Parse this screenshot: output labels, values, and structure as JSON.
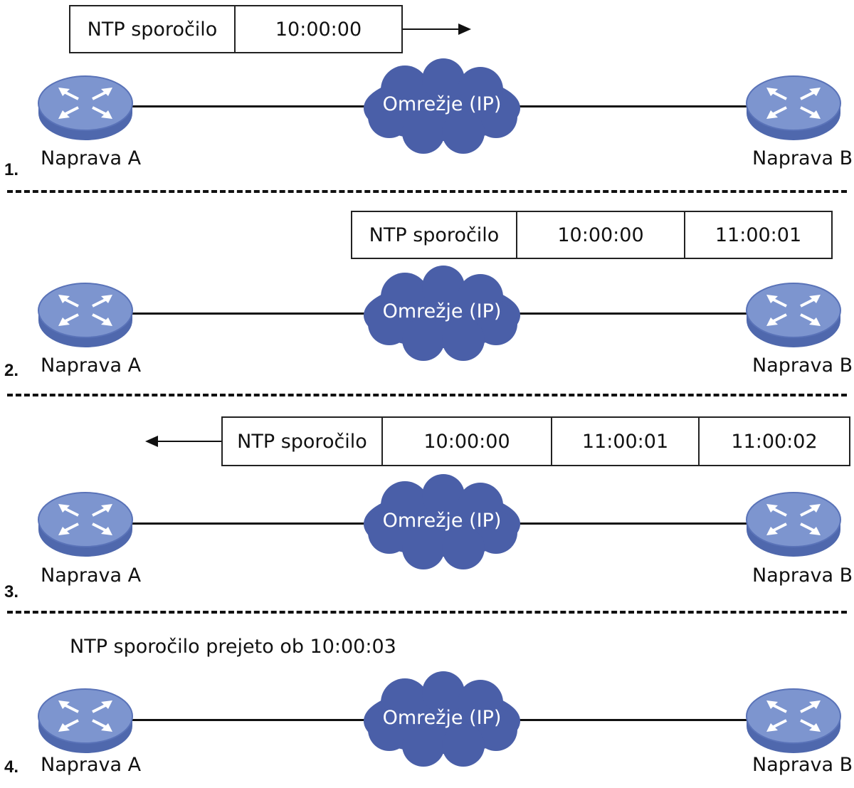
{
  "colors": {
    "cloud": "#4a5fa8",
    "router_top": "#7d95cf",
    "router_side": "#4f68ad",
    "line": "#111111"
  },
  "icons": {
    "router": "router-icon",
    "cloud": "network-cloud-icon",
    "arrow": "arrow-icon"
  },
  "steps": [
    {
      "number": "1.",
      "device_a": "Naprava A",
      "device_b": "Naprava B",
      "cloud": "Omrežje (IP)",
      "message": [
        "NTP sporočilo",
        "10:00:00"
      ],
      "arrow_direction": "right"
    },
    {
      "number": "2.",
      "device_a": "Naprava A",
      "device_b": "Naprava B",
      "cloud": "Omrežje (IP)",
      "message": [
        "NTP sporočilo",
        "10:00:00",
        "11:00:01"
      ]
    },
    {
      "number": "3.",
      "device_a": "Naprava A",
      "device_b": "Naprava B",
      "cloud": "Omrežje (IP)",
      "message": [
        "NTP sporočilo",
        "10:00:00",
        "11:00:01",
        "11:00:02"
      ],
      "arrow_direction": "left"
    },
    {
      "number": "4.",
      "device_a": "Naprava A",
      "device_b": "Naprava B",
      "cloud": "Omrežje (IP)",
      "note": "NTP sporočilo prejeto ob 10:00:03"
    }
  ]
}
